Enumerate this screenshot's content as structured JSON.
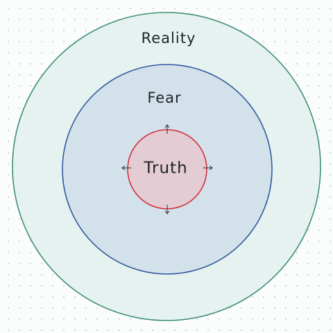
{
  "diagram": {
    "rings": [
      {
        "label": "Reality",
        "fill": "#e6f2f0",
        "stroke": "#3f8f7a"
      },
      {
        "label": "Fear",
        "fill": "#d3e2ea",
        "stroke": "#335a9e"
      },
      {
        "label": "Truth",
        "fill": "#e3ccd3",
        "stroke": "#d3303f"
      }
    ],
    "arrows": {
      "color": "#2b2b2b",
      "directions": [
        "up",
        "down",
        "left",
        "right"
      ]
    }
  }
}
